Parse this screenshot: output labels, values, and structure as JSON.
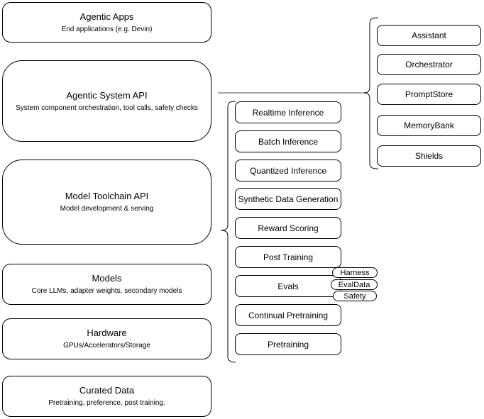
{
  "diagram": {
    "left_column": [
      {
        "title": "Agentic Apps",
        "subtitle": "End applications (e.g. Devin)"
      },
      {
        "title": "Agentic System API",
        "subtitle": "System component orchestration, tool calls, safety checks"
      },
      {
        "title": "Model Toolchain API",
        "subtitle": "Model development & serving"
      },
      {
        "title": "Models",
        "subtitle": "Core LLMs, adapter weights, secondary models"
      },
      {
        "title": "Hardware",
        "subtitle": "GPUs/Accelerators/Storage"
      },
      {
        "title": "Curated Data",
        "subtitle": "Pretraining, preference, post training."
      }
    ],
    "toolchain_services": [
      "Realtime Inference",
      "Batch Inference",
      "Quantized Inference",
      "Synthetic Data Generation",
      "Reward Scoring",
      "Post Training",
      "Evals",
      "Continual Pretraining",
      "Pretraining"
    ],
    "eval_components": [
      "Harness",
      "EvalData",
      "Safety"
    ],
    "agentic_components": [
      "Assistant",
      "Orchestrator",
      "PromptStore",
      "MemoryBank",
      "Shields"
    ],
    "colors": {
      "stroke": "#000000",
      "fill": "#ffffff",
      "connector": "#4d4d4d"
    }
  }
}
